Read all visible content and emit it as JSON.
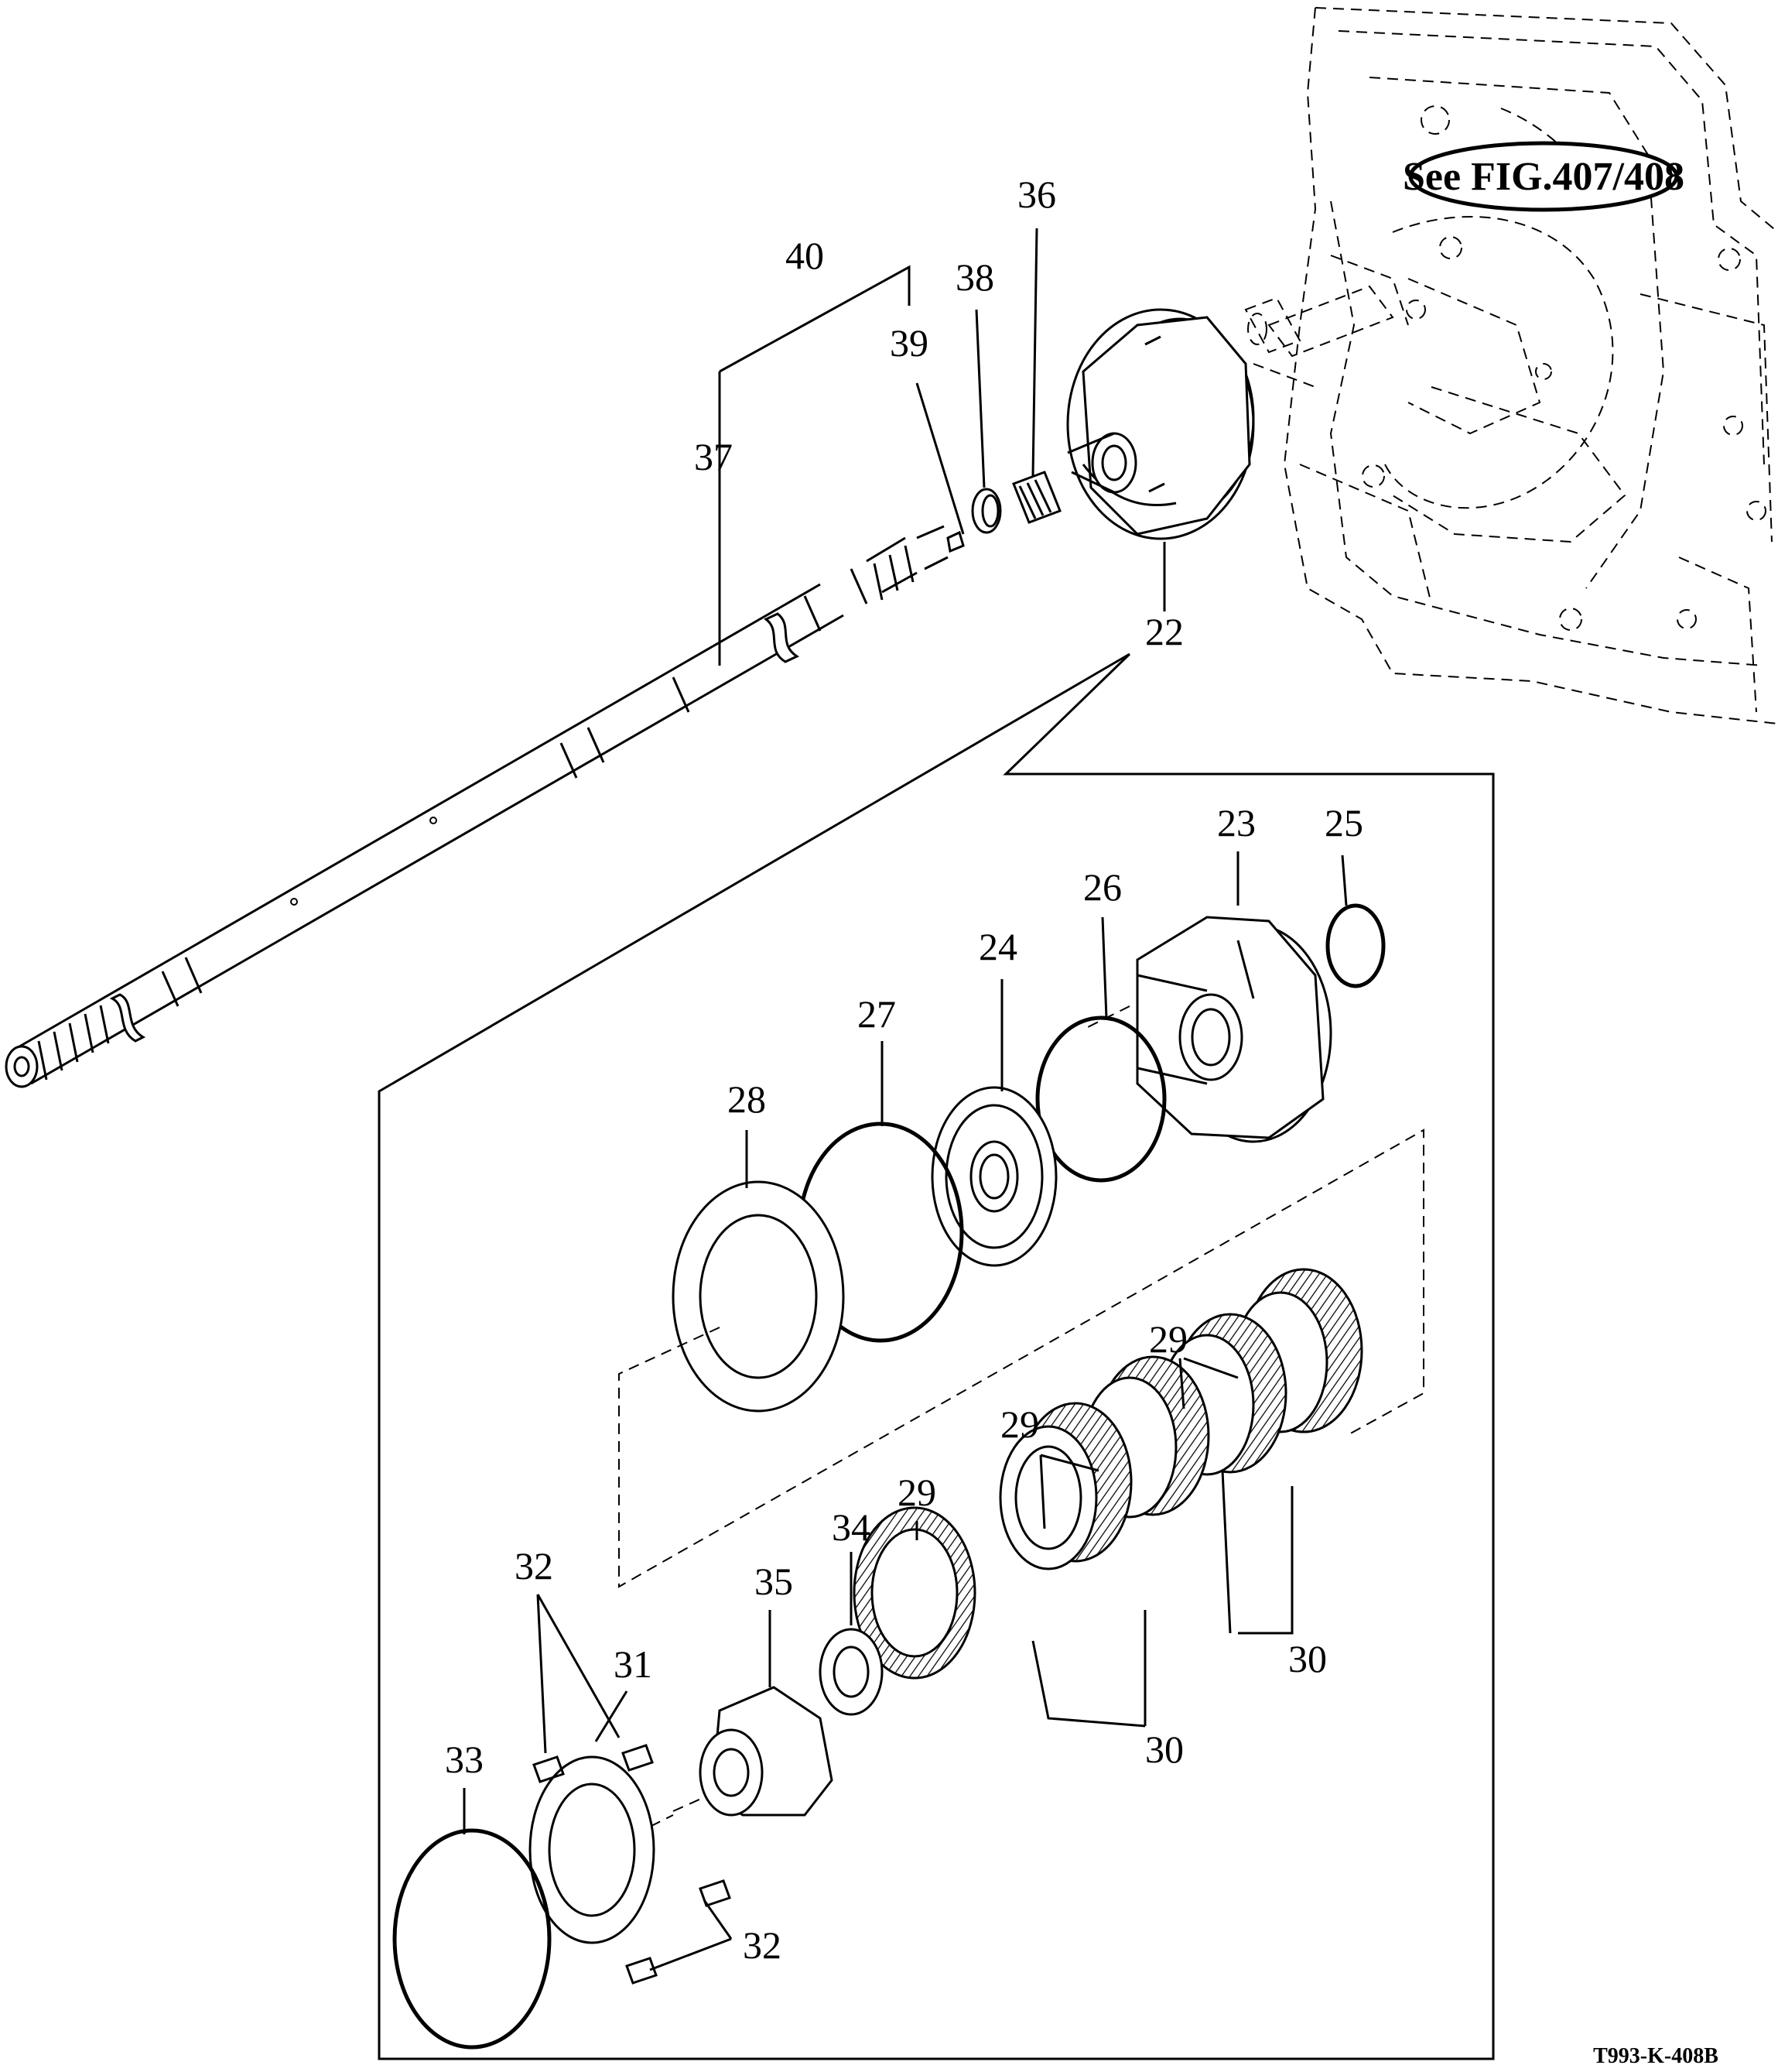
{
  "diagram": {
    "reference_bubble": "See FIG.407/408",
    "figure_code": "T993-K-408B",
    "callouts": {
      "c40": "40",
      "c39": "39",
      "c38": "38",
      "c36": "36",
      "c37": "37",
      "c22": "22",
      "c23": "23",
      "c25": "25",
      "c26": "26",
      "c24": "24",
      "c27": "27",
      "c28": "28",
      "c29a": "29",
      "c29b": "29",
      "c29c": "29",
      "c30a": "30",
      "c30b": "30",
      "c32a": "32",
      "c32b": "32",
      "c31": "31",
      "c35": "35",
      "c34": "34",
      "c33": "33"
    }
  }
}
